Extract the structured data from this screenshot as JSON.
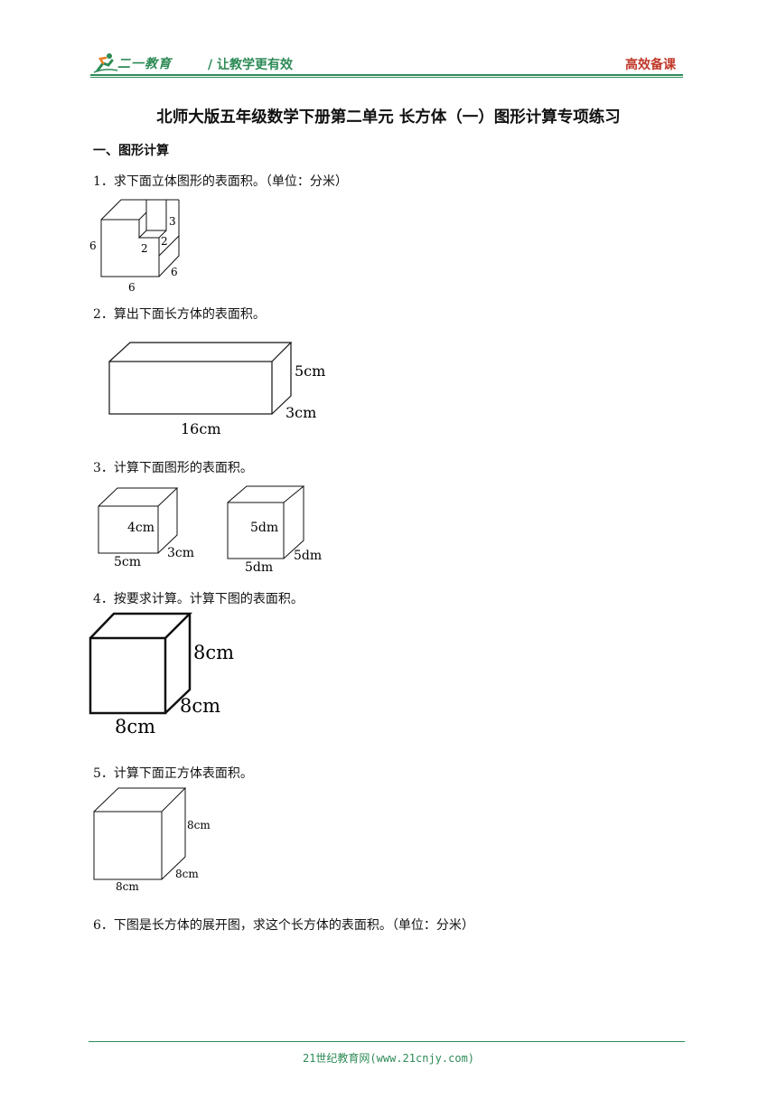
{
  "header": {
    "logo_text": "二一教育",
    "slogan": "/ 让教学更有效",
    "brand_right": "高效备课"
  },
  "title": "北师大版五年级数学下册第二单元 长方体（一）图形计算专项练习",
  "section": "一、图形计算",
  "questions": [
    {
      "text": "1．求下面立体图形的表面积。（单位：分米）",
      "labels": [
        "6",
        "6",
        "6",
        "3",
        "2",
        "2"
      ]
    },
    {
      "text": "2．算出下面长方体的表面积。",
      "labels": [
        "5cm",
        "3cm",
        "16cm"
      ]
    },
    {
      "text": "3．计算下面图形的表面积。",
      "labels_a": [
        "4cm",
        "3cm",
        "5cm"
      ],
      "labels_b": [
        "5dm",
        "5dm",
        "5dm"
      ]
    },
    {
      "text": "4．按要求计算。计算下图的表面积。",
      "labels": [
        "8cm",
        "8cm",
        "8cm"
      ]
    },
    {
      "text": "5．计算下面正方体表面积。",
      "labels": [
        "8cm",
        "8cm",
        "8cm"
      ]
    },
    {
      "text": "6．下图是长方体的展开图，求这个长方体的表面积。（单位：分米）"
    }
  ],
  "footer": "21世纪教育网(www.21cnjy.com)"
}
